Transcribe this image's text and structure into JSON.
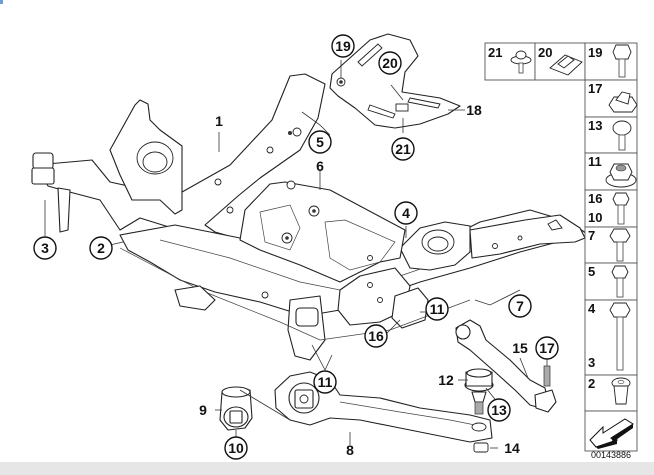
{
  "diagram": {
    "title": "Front axle carrier / subframe exploded parts diagram",
    "catalog_number": "00143886",
    "callouts": [
      {
        "id": "c1",
        "label": "1",
        "circled": false
      },
      {
        "id": "c2",
        "label": "2",
        "circled": true
      },
      {
        "id": "c3",
        "label": "3",
        "circled": true
      },
      {
        "id": "c4",
        "label": "4",
        "circled": true
      },
      {
        "id": "c5",
        "label": "5",
        "circled": true
      },
      {
        "id": "c6",
        "label": "6",
        "circled": false
      },
      {
        "id": "c7",
        "label": "7",
        "circled": true
      },
      {
        "id": "c8",
        "label": "8",
        "circled": false
      },
      {
        "id": "c9",
        "label": "9",
        "circled": false
      },
      {
        "id": "c10",
        "label": "10",
        "circled": true
      },
      {
        "id": "c11a",
        "label": "11",
        "circled": true
      },
      {
        "id": "c11b",
        "label": "11",
        "circled": true
      },
      {
        "id": "c12",
        "label": "12",
        "circled": false
      },
      {
        "id": "c13",
        "label": "13",
        "circled": true
      },
      {
        "id": "c14",
        "label": "14",
        "circled": false
      },
      {
        "id": "c15",
        "label": "15",
        "circled": false
      },
      {
        "id": "c16",
        "label": "16",
        "circled": true
      },
      {
        "id": "c17",
        "label": "17",
        "circled": true
      },
      {
        "id": "c18",
        "label": "18",
        "circled": false
      },
      {
        "id": "c19",
        "label": "19",
        "circled": true
      },
      {
        "id": "c20",
        "label": "20",
        "circled": true
      },
      {
        "id": "c21",
        "label": "21",
        "circled": true
      }
    ],
    "legend_grid": [
      {
        "label": "21",
        "part": "screw-with-washer"
      },
      {
        "label": "20",
        "part": "spring-nut-clip"
      },
      {
        "label": "19",
        "part": "hex-bolt"
      },
      {
        "label": "17",
        "part": "self-locking-collar-nut"
      },
      {
        "label": "13",
        "part": "collar-screw"
      },
      {
        "label": "11",
        "part": "hex-collar-nut"
      },
      {
        "label": "16",
        "label2": "10",
        "part": "hex-bolt"
      },
      {
        "label": "7",
        "part": "hex-bolt"
      },
      {
        "label": "5",
        "part": "hex-bolt"
      },
      {
        "label": "4",
        "label2": "3",
        "part": "long-hex-bolt"
      },
      {
        "label": "2",
        "part": "torx-screw"
      },
      {
        "label": "",
        "part": "direction-of-travel-arrow"
      }
    ]
  }
}
